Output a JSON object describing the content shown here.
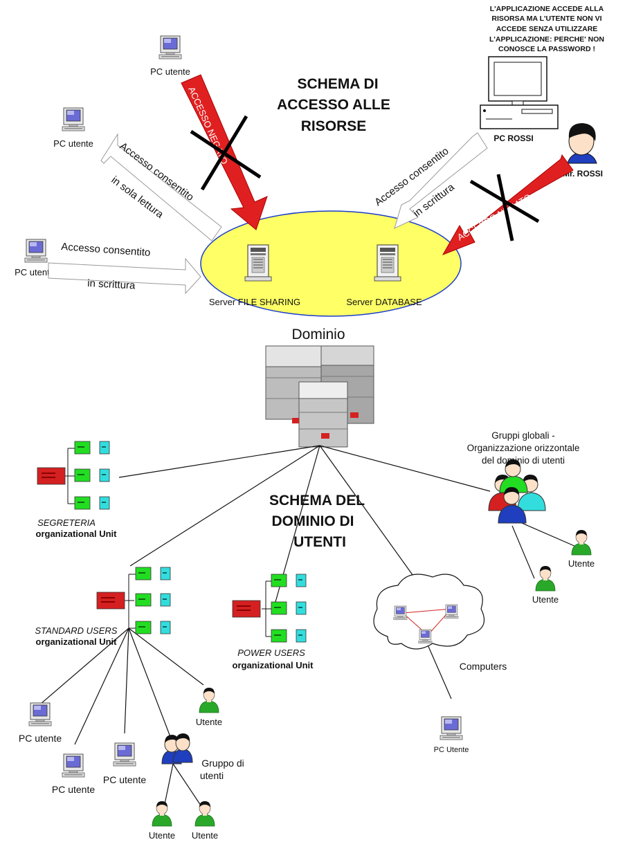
{
  "top": {
    "title_line1": "SCHEMA  DI",
    "title_line2": "ACCESSO ALLE",
    "title_line3": "RISORSE",
    "note_lines": [
      "L'APPLICAZIONE ACCEDE ALLA",
      "RISORSA MA L'UTENTE NON VI",
      "ACCEDE SENZA UTILIZZARE",
      "L'APPLICAZIONE: PERCHE' NON",
      "CONOSCE LA PASSWORD !"
    ],
    "pc_utente_top": "PC utente",
    "pc_utente_left": "PC utente",
    "pc_utente_bottom": "PC utente",
    "pc_rossi": "PC ROSSI",
    "mr_rossi": "Mr. ROSSI",
    "denied_arrow_left": "ACCESSO NEGATO",
    "denied_arrow_right": "ACCESSO NEGATO",
    "read_arrow_line1": "Accesso consentito",
    "read_arrow_line2": "in sola lettura",
    "write_arrow_line1": "Accesso consentito",
    "write_arrow_line2": "in scrittura",
    "rossi_arrow_line1": "Accesso consentito",
    "rossi_arrow_line2": "in scrittura",
    "server_file": "Server FILE SHARING",
    "server_db": "Server DATABASE",
    "ellipse_color": "#ffff66"
  },
  "domain": {
    "label": "Dominio",
    "title_line1": "SCHEMA DEL",
    "title_line2": "DOMINIO DI",
    "title_line3": "UTENTI",
    "ou_segreteria_name": "SEGRETERIA",
    "ou_segreteria_type": "organizational Unit",
    "ou_standard_name": "STANDARD USERS",
    "ou_standard_type": "organizational Unit",
    "ou_power_name": "POWER USERS",
    "ou_power_type": "organizational Unit",
    "global_groups_line1": "Gruppi globali -",
    "global_groups_line2": "Organizzazione orizzontale",
    "global_groups_line3": "del dominio di utenti",
    "utente_gg1": "Utente",
    "utente_gg2": "Utente",
    "computers": "Computers",
    "pc_utente_cloud": "PC Utente",
    "pc_utente_1": "PC utente",
    "pc_utente_2": "PC utente",
    "pc_utente_3": "PC utente",
    "gruppo_line1": "Gruppo di",
    "gruppo_line2": "utenti",
    "utente_std": "Utente",
    "utente_g1": "Utente",
    "utente_g2": "Utente",
    "colors": {
      "ou_red": "#d42020",
      "ou_green": "#22dd22",
      "ou_cyan": "#33dddd",
      "denied_red": "#e02020",
      "user_green": "#2aa82a"
    }
  }
}
